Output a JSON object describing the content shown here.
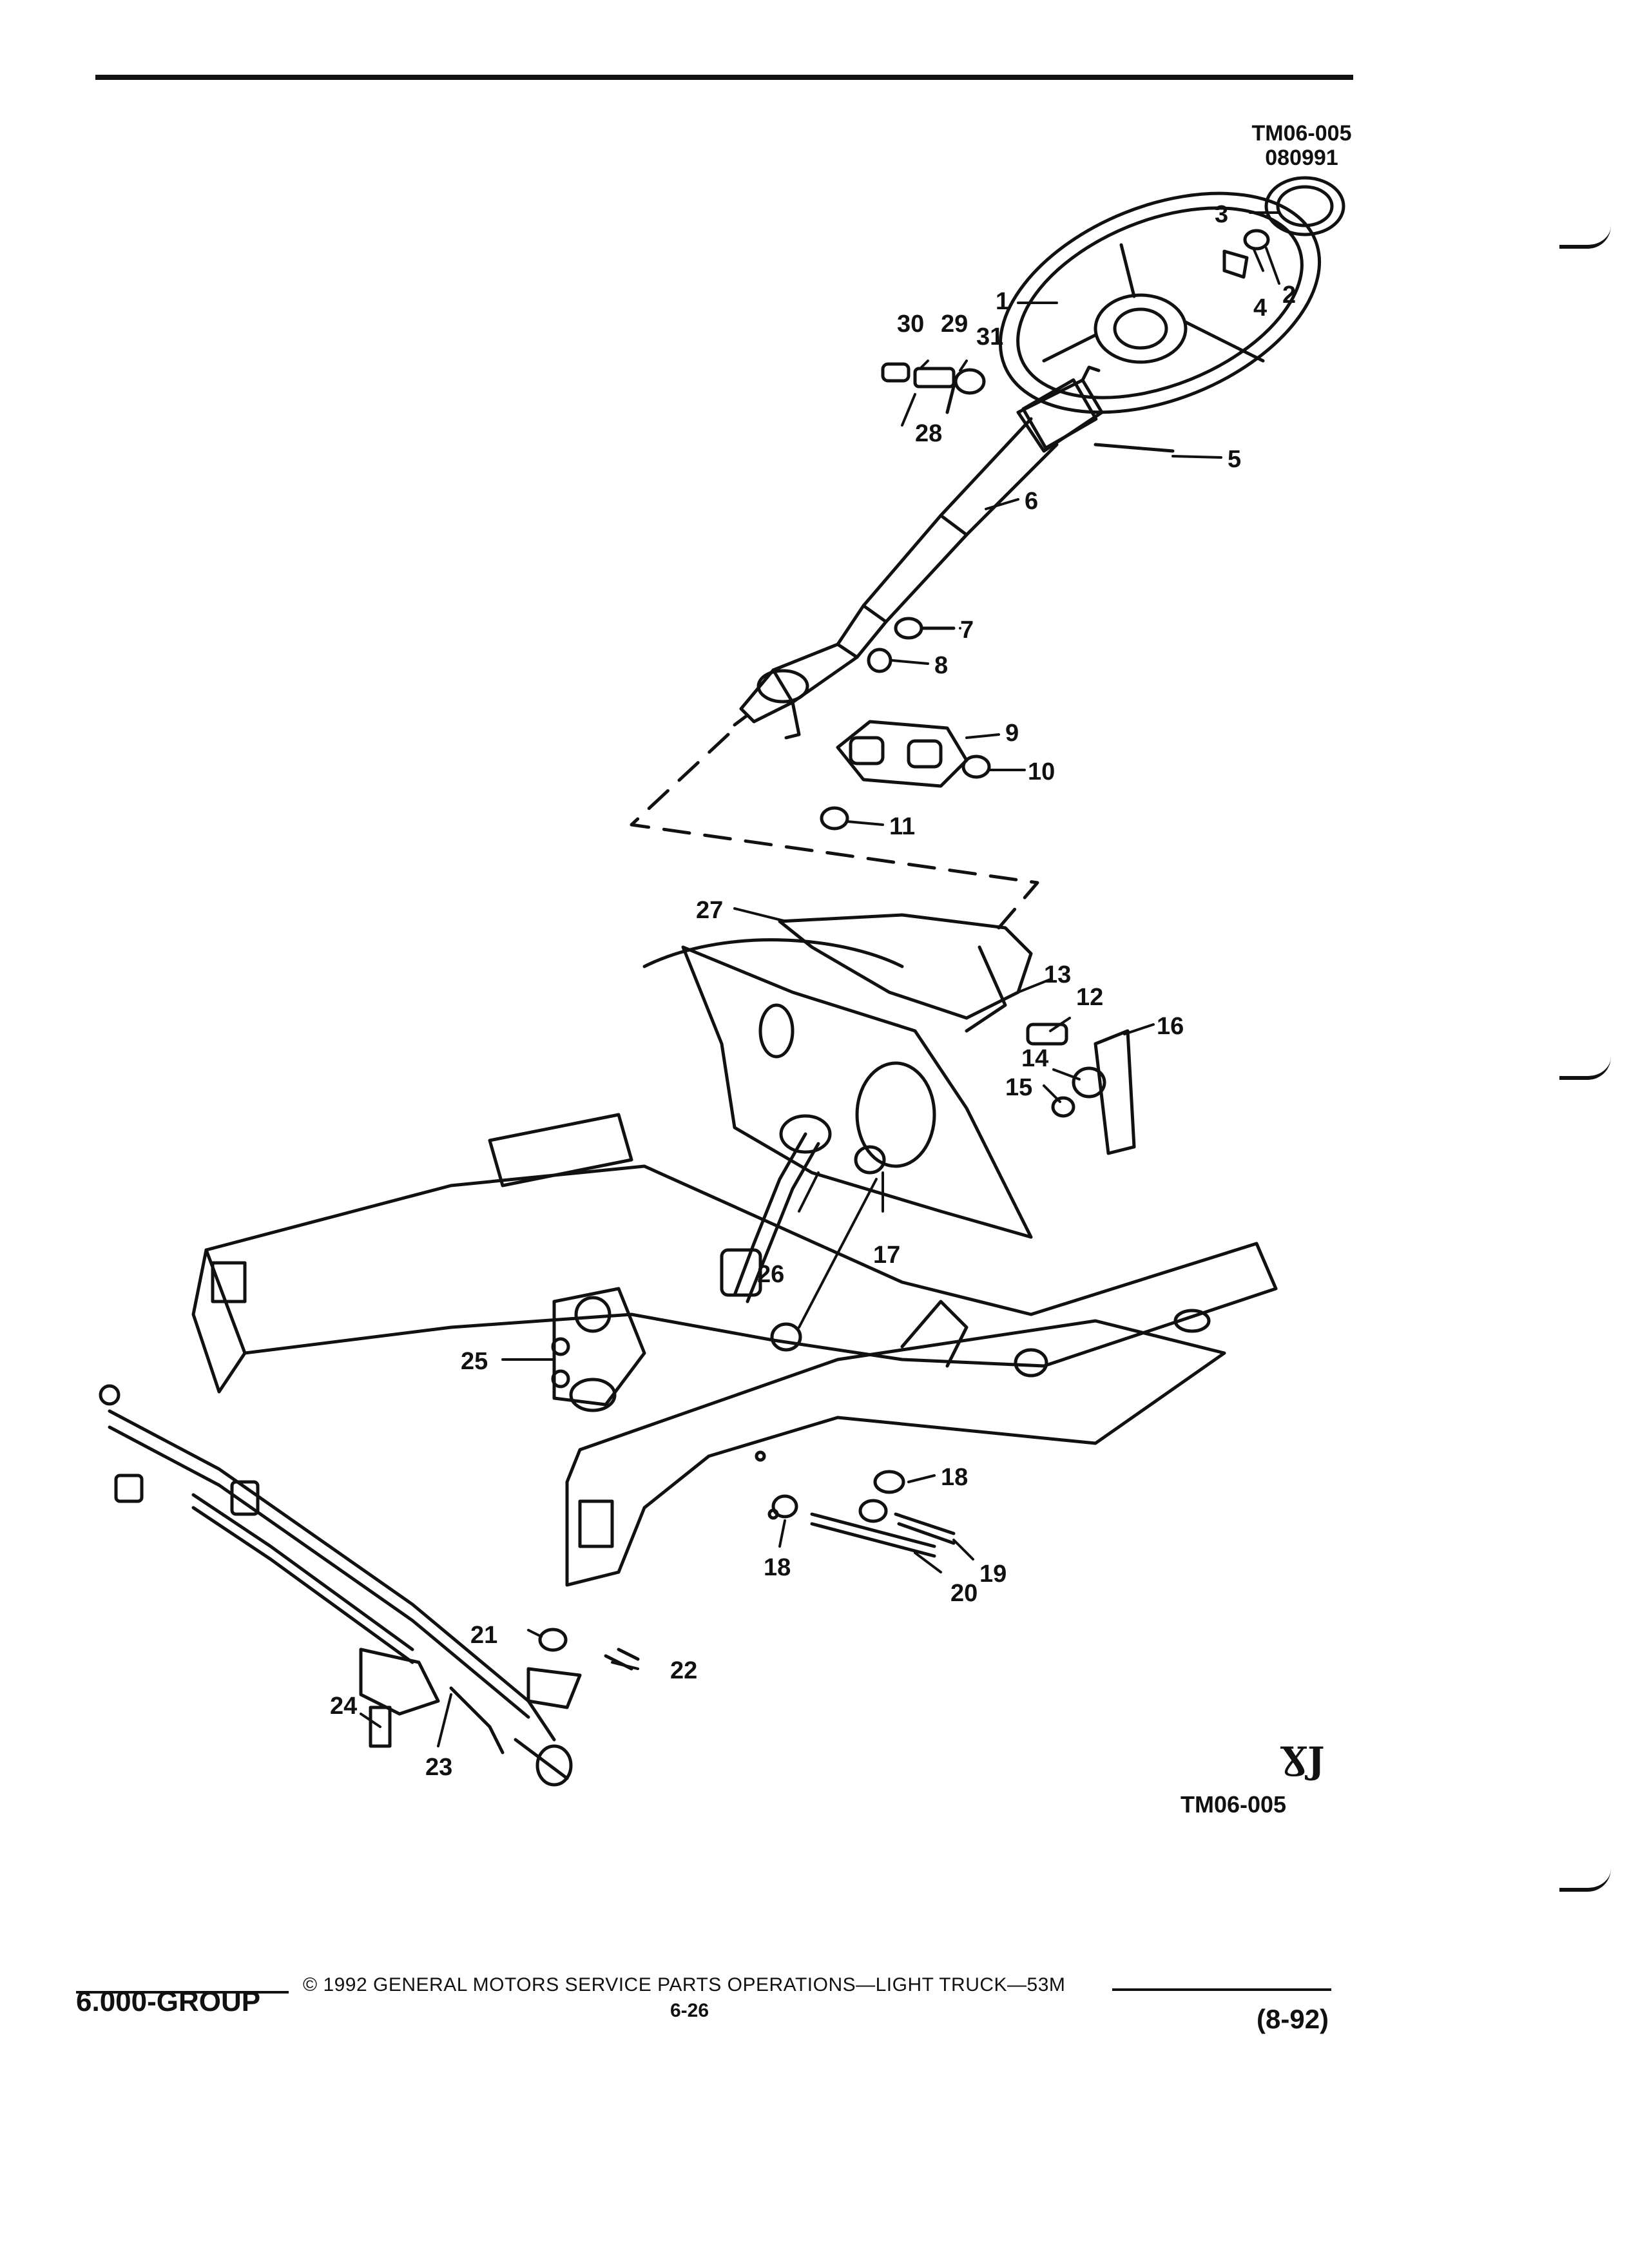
{
  "header": {
    "figure_code": "TM06-005",
    "date_code": "080991"
  },
  "callouts": [
    {
      "id": "c1",
      "label": "1"
    },
    {
      "id": "c2",
      "label": "2"
    },
    {
      "id": "c3",
      "label": "3"
    },
    {
      "id": "c4",
      "label": "4"
    },
    {
      "id": "c5",
      "label": "5"
    },
    {
      "id": "c6",
      "label": "6"
    },
    {
      "id": "c7",
      "label": "7"
    },
    {
      "id": "c8",
      "label": "8"
    },
    {
      "id": "c9",
      "label": "9"
    },
    {
      "id": "c10",
      "label": "10"
    },
    {
      "id": "c11",
      "label": "11"
    },
    {
      "id": "c12",
      "label": "12"
    },
    {
      "id": "c13",
      "label": "13"
    },
    {
      "id": "c14",
      "label": "14"
    },
    {
      "id": "c15",
      "label": "15"
    },
    {
      "id": "c16",
      "label": "16"
    },
    {
      "id": "c17",
      "label": "17"
    },
    {
      "id": "c18a",
      "label": "18"
    },
    {
      "id": "c18b",
      "label": "18"
    },
    {
      "id": "c19",
      "label": "19"
    },
    {
      "id": "c20",
      "label": "20"
    },
    {
      "id": "c21",
      "label": "21"
    },
    {
      "id": "c22",
      "label": "22"
    },
    {
      "id": "c23",
      "label": "23"
    },
    {
      "id": "c24",
      "label": "24"
    },
    {
      "id": "c25",
      "label": "25"
    },
    {
      "id": "c26",
      "label": "26"
    },
    {
      "id": "c27",
      "label": "27"
    },
    {
      "id": "c28",
      "label": "28"
    },
    {
      "id": "c29",
      "label": "29"
    },
    {
      "id": "c30",
      "label": "30"
    },
    {
      "id": "c31",
      "label": "31"
    }
  ],
  "logo_text": "ƔJ",
  "figure_code_bottom": "TM06-005",
  "footer": {
    "group": "6.000-GROUP",
    "copyright": "© 1992 GENERAL MOTORS SERVICE PARTS OPERATIONS—LIGHT TRUCK—53M",
    "page": "6-26",
    "revision": "(8-92)"
  }
}
